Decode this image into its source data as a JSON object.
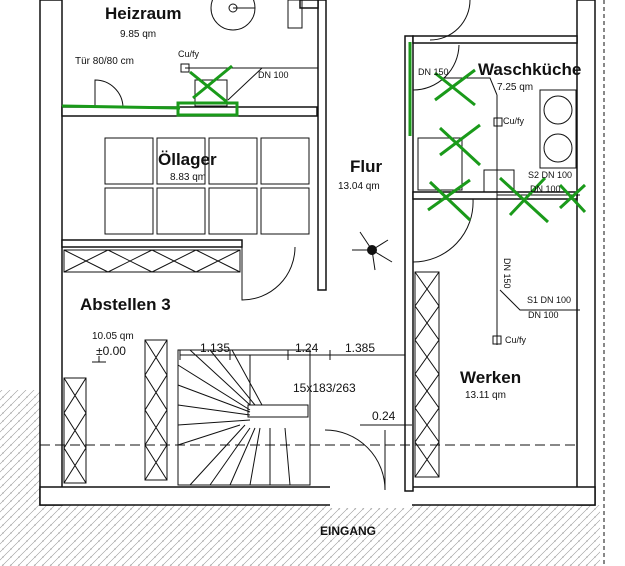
{
  "rooms": {
    "heizraum": {
      "name": "Heizraum",
      "area": "9.85 qm",
      "door": "Tür 80/80 cm"
    },
    "oellager": {
      "name": "Öllager",
      "area": "8.83 qm"
    },
    "flur": {
      "name": "Flur",
      "area": "13.04 qm"
    },
    "waschkueche": {
      "name": "Waschküche",
      "area": "7.25 qm"
    },
    "abstellen": {
      "name": "Abstellen 3",
      "area": "10.05 qm",
      "level": "±0.00"
    },
    "werken": {
      "name": "Werken",
      "area": "13.11 qm"
    }
  },
  "pipes": {
    "cu_fy": "Cu/fy",
    "dn100": "DN 100",
    "dn150": "DN 150",
    "s2_dn100": "S2 DN 100",
    "s1_dn100": "S1 DN 100"
  },
  "dimensions": {
    "d1": "1.135",
    "d2": "1.24",
    "d3": "1.385",
    "stairs": "15x183/263",
    "d4": "0.24"
  },
  "entrance": "EINGANG",
  "colors": {
    "markup": "#1a9a1a",
    "lines": "#111111"
  }
}
